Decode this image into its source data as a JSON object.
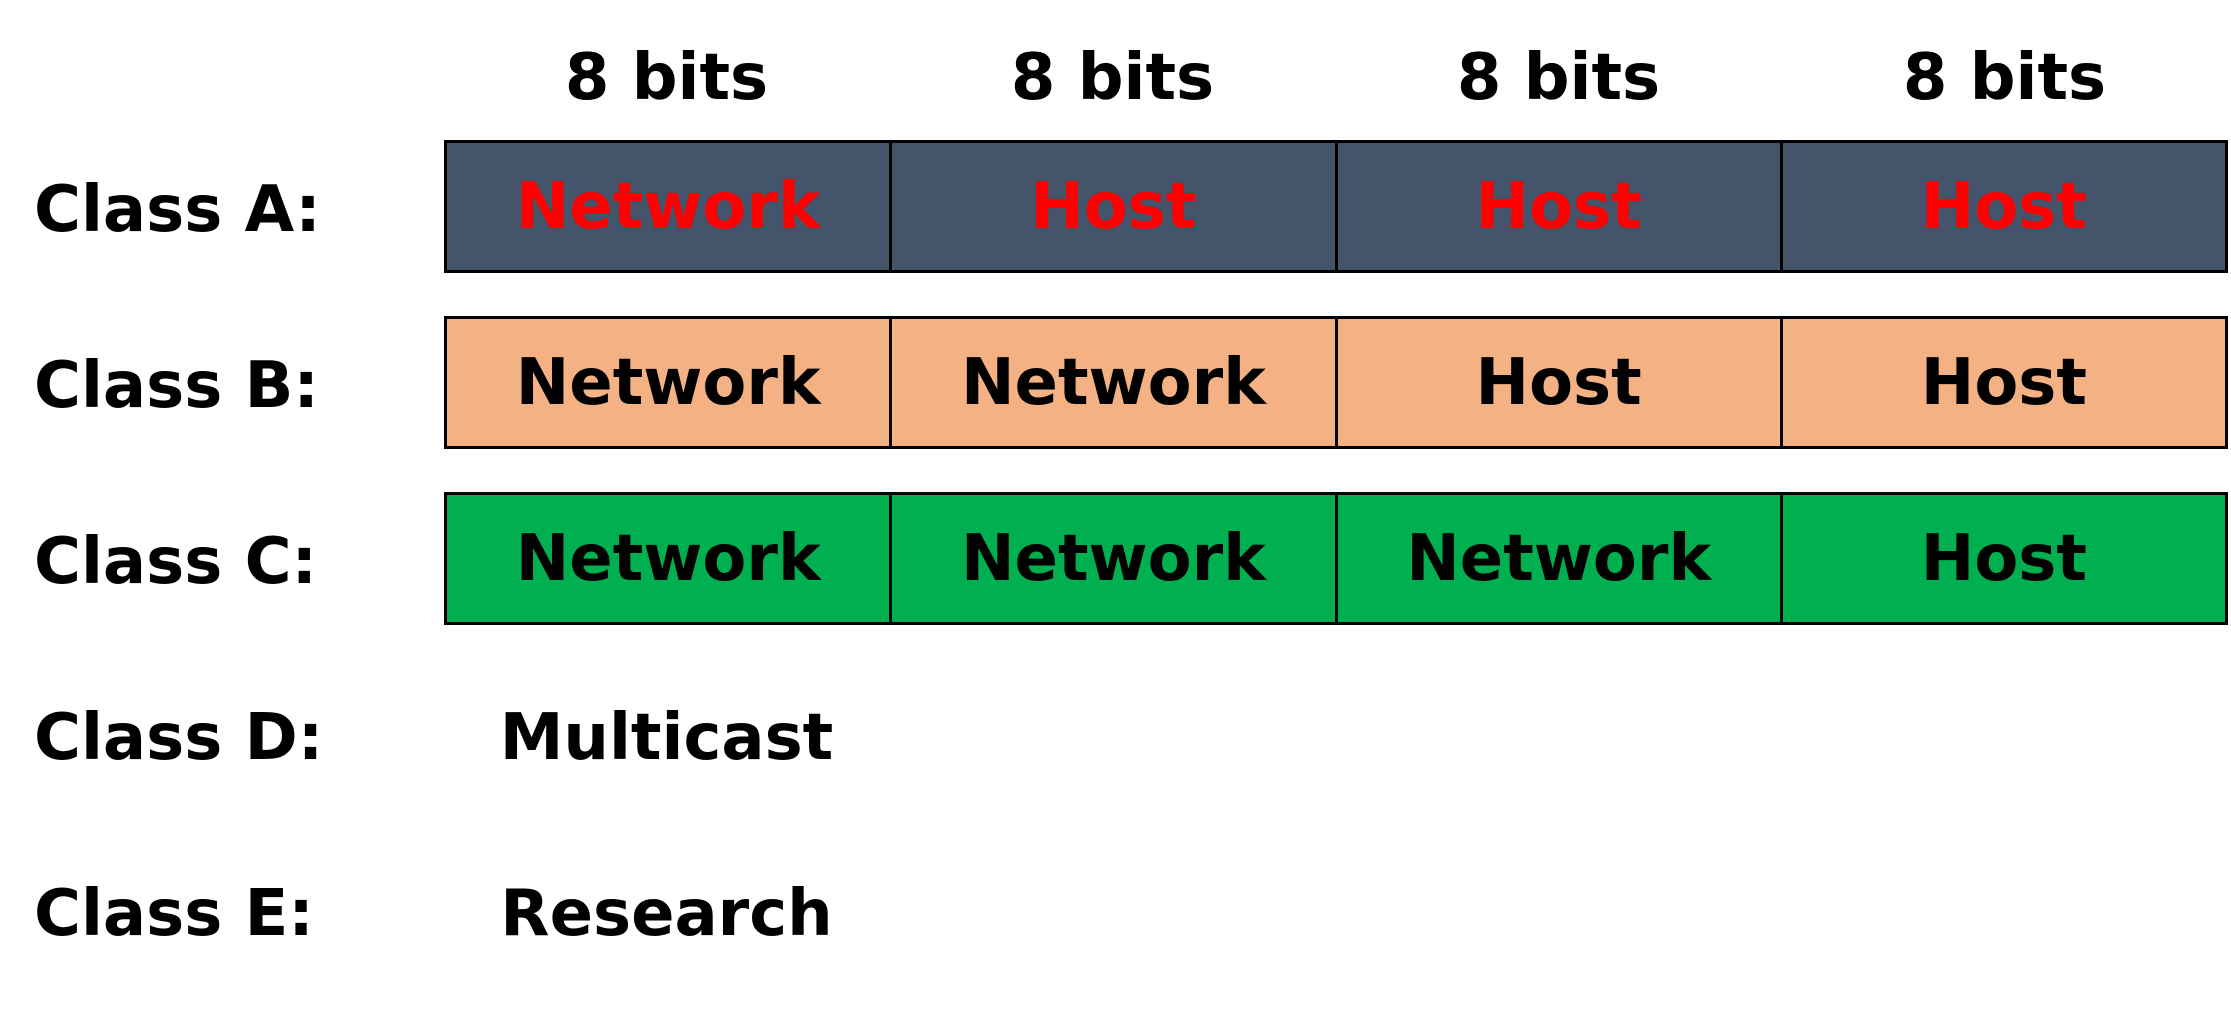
{
  "header": {
    "bits_labels": [
      "8 bits",
      "8 bits",
      "8 bits",
      "8 bits"
    ]
  },
  "classes": [
    {
      "label": "Class A:",
      "fill": "#44546a",
      "text_color": "#ff0000",
      "octets": [
        "Network",
        "Host",
        "Host",
        "Host"
      ]
    },
    {
      "label": "Class B:",
      "fill": "#f4b183",
      "text_color": "#000000",
      "octets": [
        "Network",
        "Network",
        "Host",
        "Host"
      ]
    },
    {
      "label": "Class C:",
      "fill": "#00b050",
      "text_color": "#000000",
      "octets": [
        "Network",
        "Network",
        "Network",
        "Host"
      ]
    },
    {
      "label": "Class D:",
      "note": "Multicast"
    },
    {
      "label": "Class E:",
      "note": "Research"
    }
  ]
}
